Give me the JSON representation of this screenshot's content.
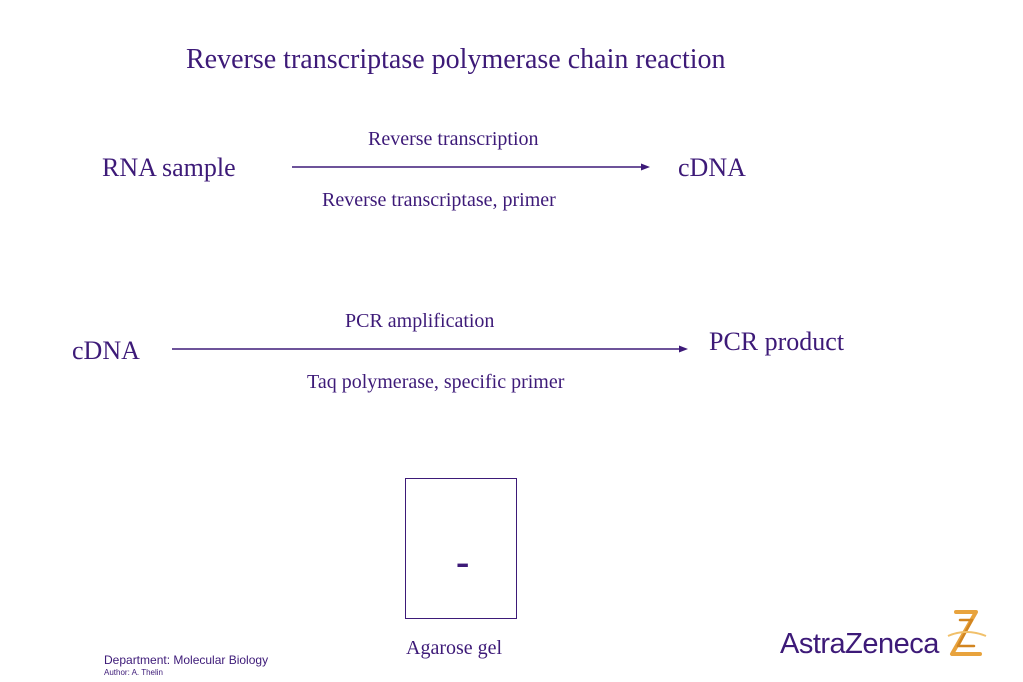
{
  "title": "Reverse transcriptase polymerase chain reaction",
  "step1": {
    "input": "RNA sample",
    "output": "cDNA",
    "label_above": "Reverse transcription",
    "label_below": "Reverse transcriptase, primer"
  },
  "step2": {
    "input": "cDNA",
    "output": "PCR product",
    "label_above": "PCR amplification",
    "label_below": "Taq polymerase, specific primer"
  },
  "gel": {
    "mark": "-",
    "caption": "Agarose gel"
  },
  "footer": {
    "department": "Department: Molecular Biology",
    "author": "Author: A. Thelin"
  },
  "logo": {
    "text": "AstraZeneca",
    "icon": "astrazeneca-logo-icon"
  },
  "colors": {
    "primary": "#3d1a78",
    "logo_accent": "#e8a33d"
  }
}
